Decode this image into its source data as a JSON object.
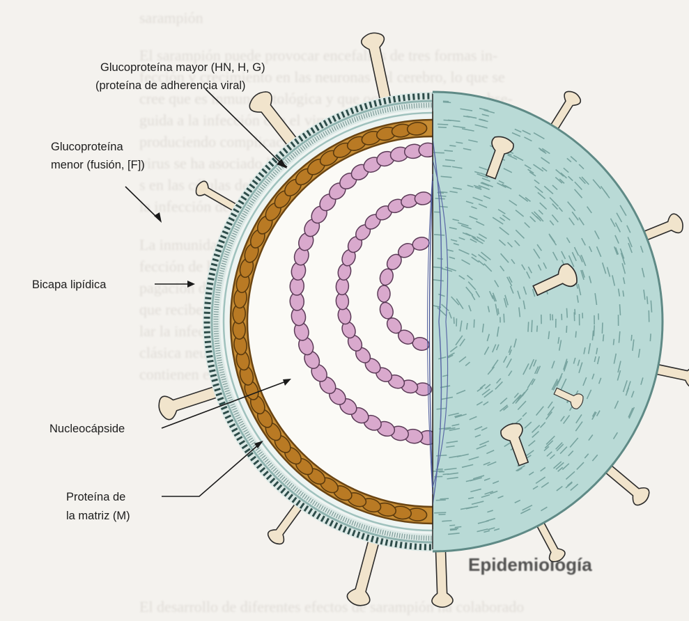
{
  "labels": {
    "glyco_major_line1": "Glucoproteína mayor (HN, H, G)",
    "glyco_major_line2": "(proteína de adherencia viral)",
    "glyco_minor_line1": "Glucoproteína",
    "glyco_minor_line2": "menor (fusión, [F])",
    "lipid_bilayer": "Bicapa lipídica",
    "nucleocapsid": "Nucleocápside",
    "matrix_line1": "Proteína de",
    "matrix_line2": "la matriz (M)"
  },
  "background_page": {
    "heading": "Epidemiología",
    "lines": [
      "sarampión",
      "El sarampión puede provocar encefalitis de tres formas in-",
      "fección y crecimiento en las neuronas del cerebro, lo que se",
      "cree que es inmunopatológica y que ocurre de manera subse-",
      "guida a la infección con el virus, durante la fase de convalecencia",
      "produciendo complicaciones neurológicas de la enfermedad. El",
      "virus se ha asociado lentamente con efectos citopático-",
      "s en las células del cerebro, largo tiempo después de",
      "la infección del virus.",
      "La inmunidad celular es esencial para la protección de la in-",
      "fección de las vías respiratorias y el control de la pro-",
      "pagación del virus. Los niños con déficit de linfocitos T,",
      "que reciben quimioterapia o tienen SIDA, no pueden contro-",
      "lar la infección por el virus del sarampión y desarrollan la",
      "clásica neumonía de células gigantes sin exantema que no",
      "contienen exantema."
    ],
    "last_line": "El desarrollo de diferentes efectos de sarampión ha colaborado"
  },
  "colors": {
    "envelope_fill": "#dce9e6",
    "surface_fill": "#b9dad6",
    "spike_fill": "#f1e4cc",
    "matrix_fill": "#c78d35",
    "matrix_bead": "#b97a24",
    "nucleocapsid_bead": "#d9a9cd",
    "interior_fill": "#fbfaf6",
    "label_text": "#1c1c1c"
  }
}
